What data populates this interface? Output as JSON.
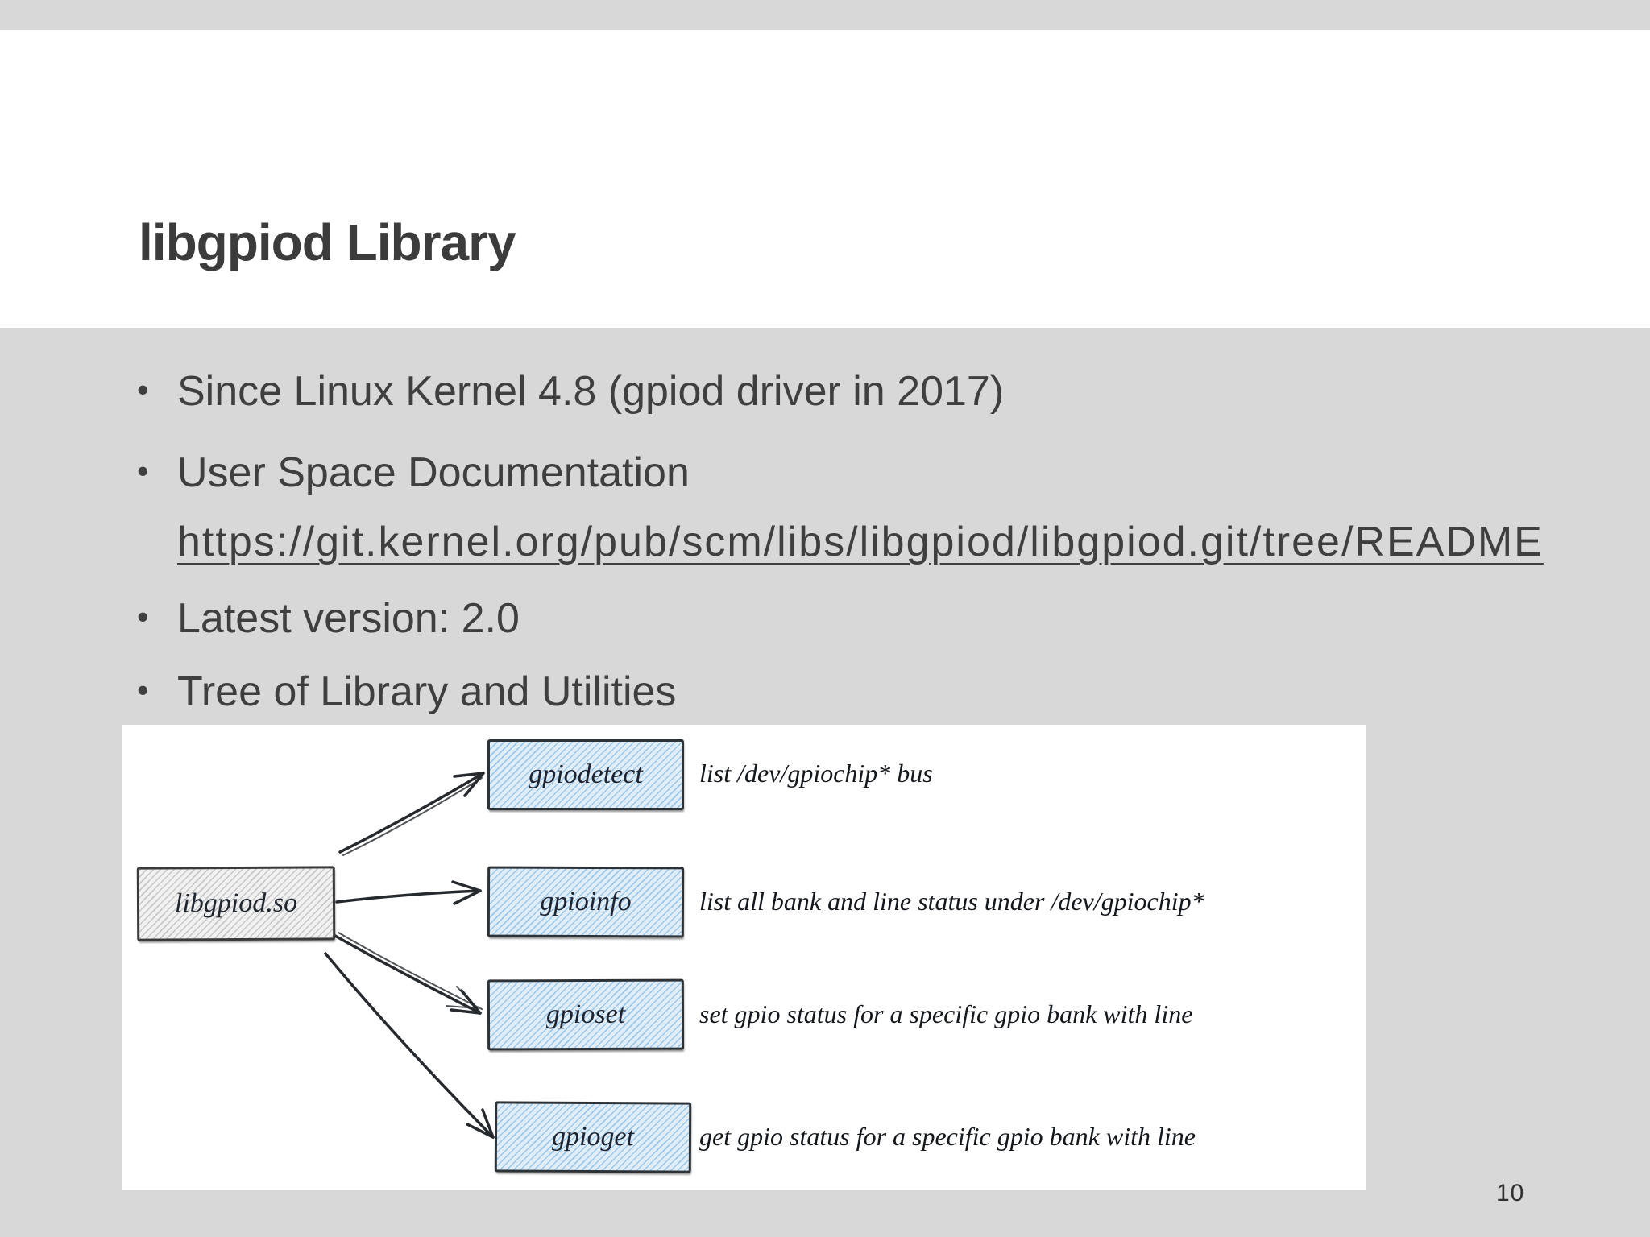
{
  "slide": {
    "title": "libgpiod Library",
    "bullet_glyph": "•",
    "bullets": [
      {
        "text": "Since Linux Kernel 4.8 (gpiod driver in 2017)"
      },
      {
        "text": "User Space Documentation"
      },
      {
        "text": "Latest version: 2.0"
      },
      {
        "text": "Tree of Library and Utilities"
      }
    ],
    "doc_link": "https://git.kernel.org/pub/scm/libs/libgpiod/libgpiod.git/tree/README",
    "page_number": "10"
  },
  "diagram": {
    "library_box_label": "libgpiod.so",
    "tools": [
      {
        "name": "gpiodetect",
        "description": "list /dev/gpiochip* bus"
      },
      {
        "name": "gpioinfo",
        "description": "list all bank and line status under /dev/gpiochip*"
      },
      {
        "name": "gpioset",
        "description": "set gpio status for a specific gpio bank with line"
      },
      {
        "name": "gpioget",
        "description": "get gpio status for a specific gpio bank with line"
      }
    ]
  },
  "colors": {
    "slide_background": "#d8d8d8",
    "title_band": "#ffffff",
    "body_text": "#3f3f3f",
    "tool_box_fill": "#e0eef9",
    "tool_box_stripe": "#9ec6e8",
    "library_box_fill": "#f1f1f1",
    "library_box_stripe": "#c6c6c6",
    "ink": "#262a2e"
  }
}
